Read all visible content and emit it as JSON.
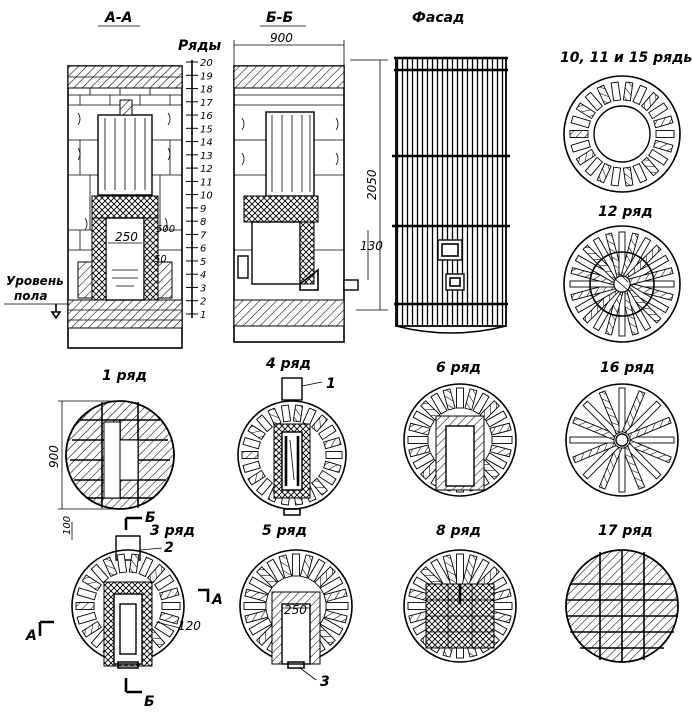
{
  "sections": {
    "aa_title": "А-А",
    "bb_title": "Б-Б",
    "facade_title": "Фасад",
    "rows_label": "Ряды"
  },
  "row_numbers": [
    "20",
    "19",
    "18",
    "17",
    "16",
    "15",
    "14",
    "13",
    "12",
    "11",
    "10",
    "9",
    "8",
    "7",
    "6",
    "5",
    "4",
    "3",
    "2",
    "1"
  ],
  "dimensions": {
    "width_900_top": "900",
    "height_2050": "2050",
    "dim_130": "130",
    "dim_250_aa": "250",
    "dim_500": "500",
    "dim_50": "50",
    "dim_900_side": "900",
    "dim_100": "100",
    "dim_120": "120",
    "dim_250_row5": "250"
  },
  "floor_label": {
    "line1": "Уровень",
    "line2": "пола"
  },
  "plans": {
    "r10_11_15": "10, 11 и 15 ряды",
    "r12": "12 ряд",
    "r1": "1 ряд",
    "r4": "4 ряд",
    "r6": "6 ряд",
    "r16": "16 ряд",
    "r3": "3 ряд",
    "r5": "5 ряд",
    "r8": "8 ряд",
    "r17": "17 ряд"
  },
  "callouts": {
    "c1": "1",
    "c2": "2",
    "c3": "3"
  },
  "section_marks": {
    "b_top": "Б",
    "b_bottom": "Б",
    "a_left": "А",
    "a_right": "А"
  }
}
